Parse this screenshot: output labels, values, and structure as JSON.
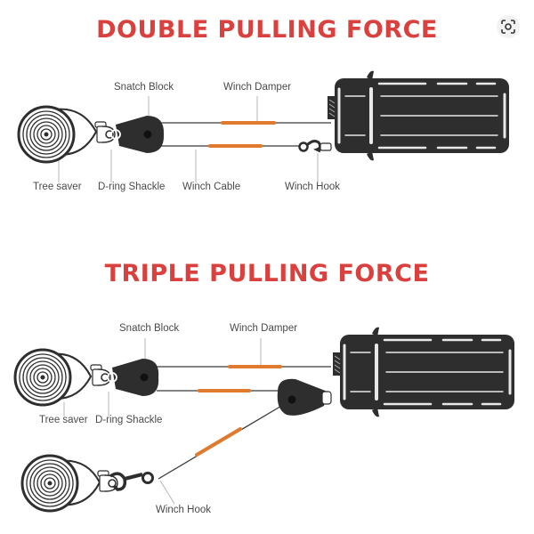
{
  "colors": {
    "title": "#d9403e",
    "damper": "#e07a2e",
    "equipment": "#2e2e2e",
    "label_text": "#4a4a4a",
    "leader_line": "#b5b5b5",
    "cable": "#3a3a3a"
  },
  "toolbar": {
    "visual_search_icon": "lens-icon"
  },
  "double": {
    "title": "DOUBLE PULLING FORCE",
    "labels": {
      "snatch_block": "Snatch Block",
      "winch_damper": "Winch Damper",
      "tree_saver": "Tree saver",
      "d_ring_shackle": "D-ring Shackle",
      "winch_cable": "Winch Cable",
      "winch_hook": "Winch Hook"
    }
  },
  "triple": {
    "title": "TRIPLE PULLING FORCE",
    "labels": {
      "snatch_block": "Snatch Block",
      "winch_damper": "Winch Damper",
      "tree_saver": "Tree saver",
      "d_ring_shackle": "D-ring Shackle",
      "winch_hook": "Winch Hook"
    }
  }
}
